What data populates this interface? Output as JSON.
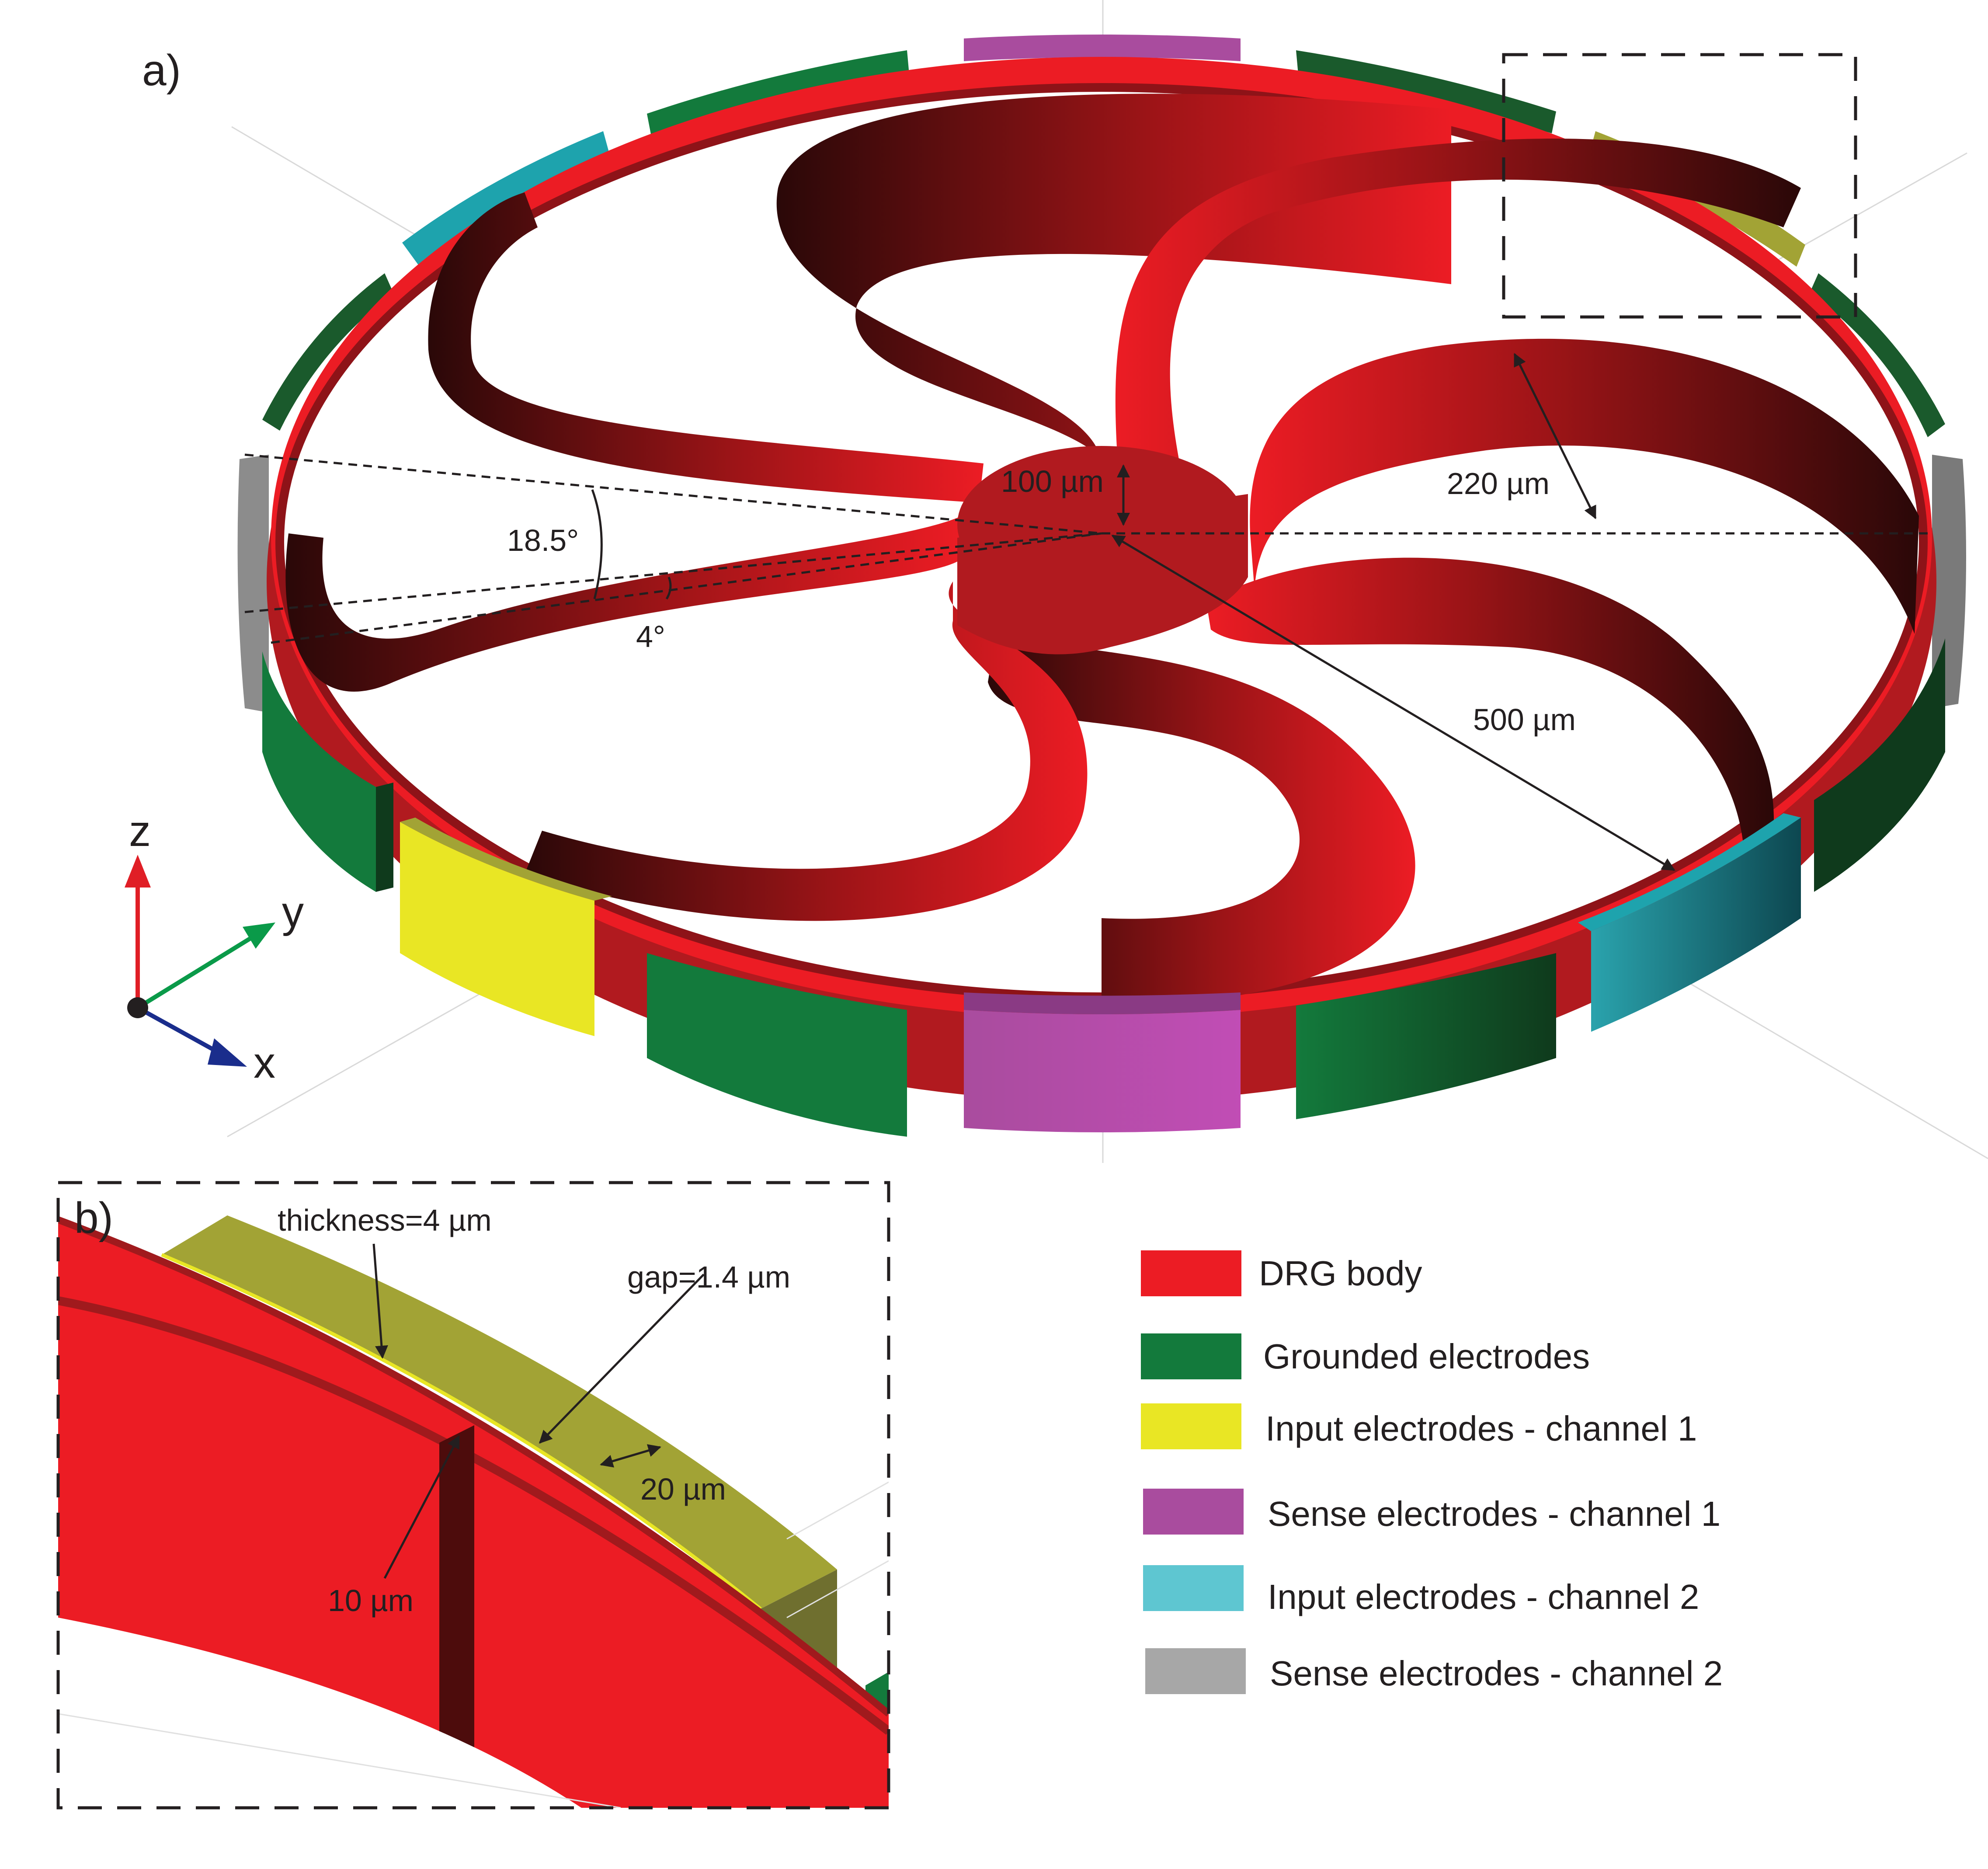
{
  "panels": {
    "a": "a)",
    "b": "b)"
  },
  "axes": {
    "z": "z",
    "y": "y",
    "x": "x"
  },
  "dimensions": {
    "hub_height": "100 µm",
    "ring_spacing": "220 µm",
    "radius": "500 µm",
    "tilt_angle": "18.5°",
    "small_angle": "4°"
  },
  "inset": {
    "thickness": "thickness=4 µm",
    "gap": "gap=1.4 µm",
    "width_20": "20 µm",
    "width_10": "10 µm"
  },
  "legend": [
    {
      "label": "DRG body",
      "color": "#ec1c24"
    },
    {
      "label": "Grounded electrodes",
      "color": "#137a3c"
    },
    {
      "label": "Input electrodes - channel 1",
      "color": "#e9e624"
    },
    {
      "label": "Sense electrodes - channel 1",
      "color": "#a94c9e"
    },
    {
      "label": "Input electrodes - channel 2",
      "color": "#5ec6d1"
    },
    {
      "label": "Sense electrodes - channel 2",
      "color": "#a7a7a7"
    }
  ],
  "colors": {
    "body": "#ec1c24",
    "body_dark": "#5c0c0c",
    "grounded": "#137a3c",
    "grounded_dark": "#0f3a1c",
    "input1": "#e9e624",
    "input1_olive": "#a2a335",
    "sense1": "#a94c9e",
    "input2": "#5ec6d1",
    "sense2": "#a7a7a7",
    "axis_z": "#e01e26",
    "axis_y": "#0a9a49",
    "axis_x": "#1a2d8c"
  }
}
